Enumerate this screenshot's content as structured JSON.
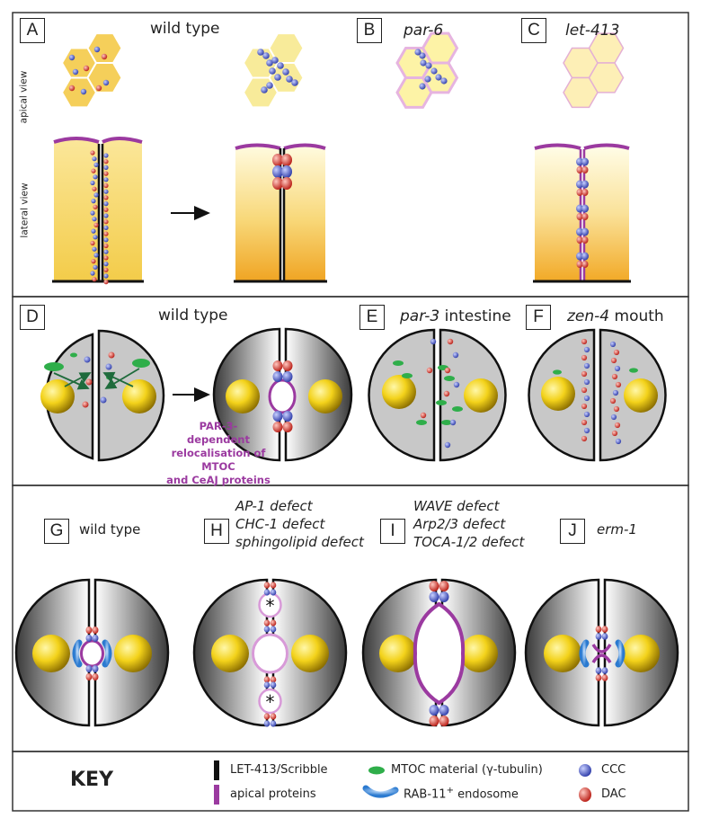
{
  "panels": {
    "A": {
      "letter": "A",
      "title": "wild type"
    },
    "B": {
      "letter": "B",
      "title": "par-6"
    },
    "C": {
      "letter": "C",
      "title": "let-413"
    },
    "D": {
      "letter": "D",
      "title": "wild type"
    },
    "E": {
      "letter": "E",
      "title_italic": "par-3",
      "title_rest": " intestine"
    },
    "F": {
      "letter": "F",
      "title_italic": "zen-4",
      "title_rest": " mouth"
    },
    "G": {
      "letter": "G",
      "title": "wild type"
    },
    "H": {
      "letter": "H",
      "lines": [
        "AP-1 defect",
        "CHC-1 defect",
        "sphingolipid defect"
      ]
    },
    "I": {
      "letter": "I",
      "lines": [
        "WAVE defect",
        "Arp2/3 defect",
        "TOCA-1/2 defect"
      ]
    },
    "J": {
      "letter": "J",
      "title": "erm-1"
    }
  },
  "side_labels": {
    "apical": "apical view",
    "lateral": "lateral view"
  },
  "annotation": [
    "PAR-3-",
    "dependent",
    "relocalisation of MTOC",
    "and CeAJ proteins"
  ],
  "key": {
    "title": "KEY",
    "items": {
      "let413": "LET-413/Scribble",
      "apical": "apical proteins",
      "mtoc": "MTOC material  (γ-tubulin)",
      "rab": "RAB-11",
      "rab_sup": "+",
      "rab_suffix": " endosome",
      "ccc": "CCC",
      "dac": "DAC"
    }
  },
  "colors": {
    "apical_purple": "#9b3aa0",
    "light_purple": "#d89ad8",
    "mtoc_green": "#2fae4a",
    "ccc_blue": "#5a6ad8",
    "dac_red": "#e0392b",
    "nucleus_yellow": "#f3d21a",
    "cell_yellow": "#f7d96a",
    "cell_grey": "#c8c8c8"
  }
}
